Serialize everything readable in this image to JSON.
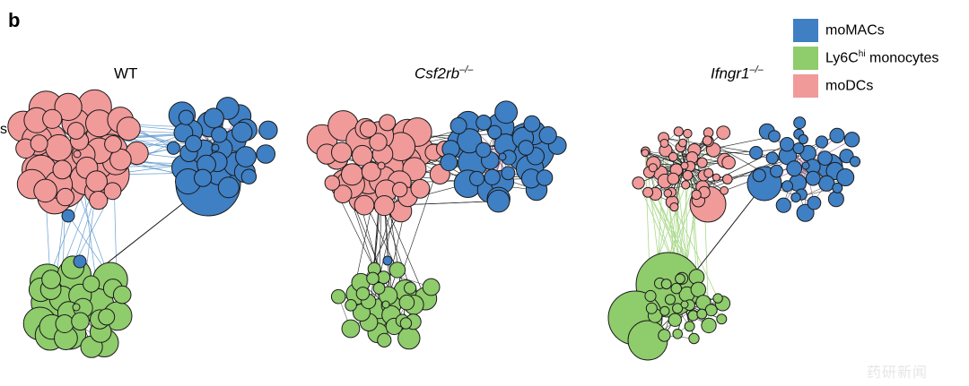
{
  "figure": {
    "panel_label": "b",
    "stray_text": "s",
    "watermark": "药研新闻"
  },
  "colors": {
    "moMACs": "#3f7fc4",
    "monocytes": "#8fcc6c",
    "moDCs": "#f19a9a",
    "edge_dark": "#1a1a1a",
    "edge_blue": "#6a9fd0",
    "edge_green": "#a9d98a",
    "edge_purple": "#a276a8"
  },
  "networks": [
    {
      "id": "wt",
      "title": "WT",
      "sup": ""
    },
    {
      "id": "csf2rb",
      "title": "Csf2rb",
      "sup": "–/–"
    },
    {
      "id": "ifngr1",
      "title": "Ifngr1",
      "sup": "–/–"
    }
  ],
  "legend": [
    {
      "label": "moMACs",
      "sup": "",
      "suffix": "",
      "color": "#3f7fc4"
    },
    {
      "label": "Ly6C",
      "sup": "hi",
      "suffix": " monocytes",
      "color": "#8fcc6c"
    },
    {
      "label": "moDCs",
      "sup": "",
      "suffix": "",
      "color": "#f19a9a"
    }
  ]
}
